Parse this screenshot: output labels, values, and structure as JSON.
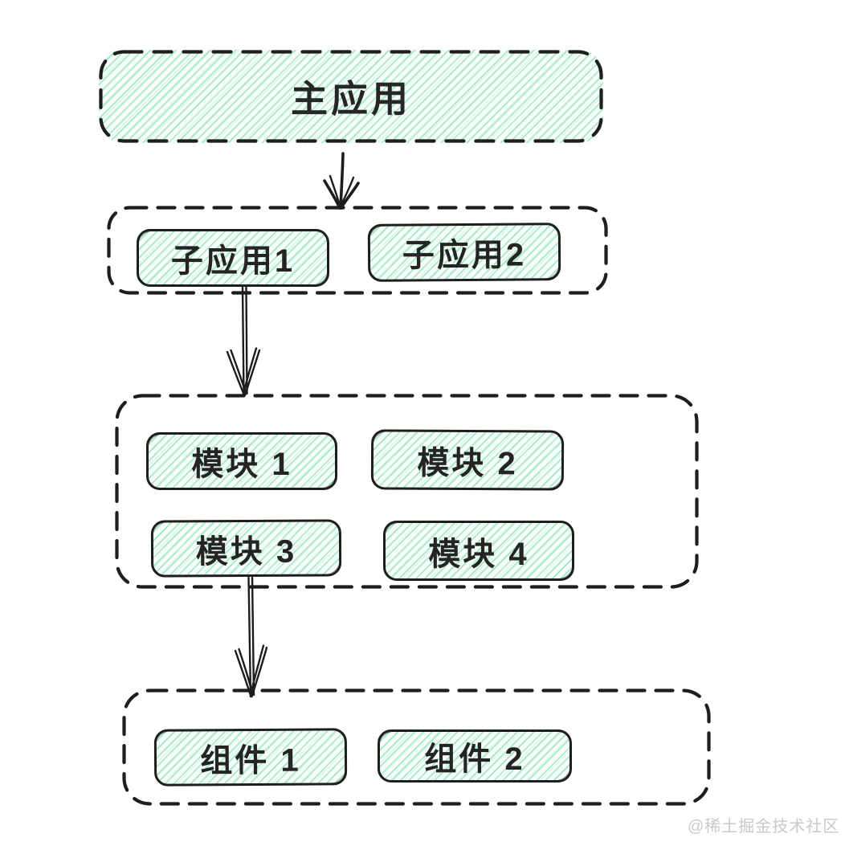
{
  "diagram": {
    "main_app": {
      "label": "主应用"
    },
    "subapps": {
      "items": [
        {
          "label": "子应用1"
        },
        {
          "label": "子应用2"
        }
      ]
    },
    "modules": {
      "items": [
        {
          "label": "模块 1"
        },
        {
          "label": "模块 2"
        },
        {
          "label": "模块 3"
        },
        {
          "label": "模块 4"
        }
      ]
    },
    "components": {
      "items": [
        {
          "label": "组件 1"
        },
        {
          "label": "组件 2"
        }
      ]
    },
    "edges": [
      {
        "from": "主应用",
        "to": "子应用 group"
      },
      {
        "from": "子应用1",
        "to": "模块 group"
      },
      {
        "from": "模块 3",
        "to": "组件 group"
      }
    ]
  },
  "watermark": {
    "text": "@稀土掘金技术社区"
  },
  "colors": {
    "stroke": "#1e1e1e",
    "hatch_green": "#a8e8c8",
    "hatch_background": "#f7fdf9",
    "watermark_gray": "#c9c9c9",
    "background": "#ffffff"
  }
}
